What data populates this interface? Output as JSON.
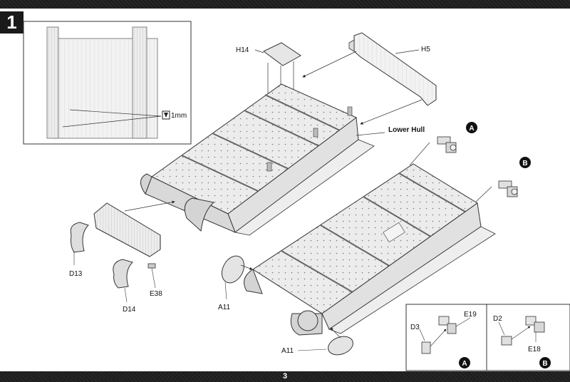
{
  "page": {
    "number": "3",
    "step": "1"
  },
  "inset": {
    "dimension_label": "1mm"
  },
  "parts": {
    "h14": "H14",
    "h5": "H5",
    "lower_hull": "Lower Hull",
    "d13": "D13",
    "d14": "D14",
    "e38": "E38",
    "a11_top": "A11",
    "a11_bottom": "A11",
    "e19": "E19",
    "d3": "D3",
    "d2": "D2",
    "e18": "E18"
  },
  "callouts": {
    "a": "A",
    "b": "B"
  },
  "colors": {
    "band": "#1e1e1e",
    "line": "#222222",
    "hull_fill": "#e9e9e9",
    "hull_dark": "#cfcfcf"
  }
}
